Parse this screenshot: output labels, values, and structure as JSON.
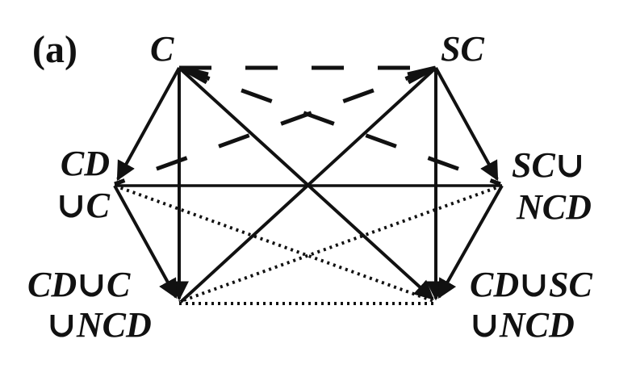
{
  "panel_label": "(a)",
  "nodes": {
    "c": "C",
    "sc": "SC",
    "cd_c_1": "CD",
    "cd_c_2": "∪C",
    "sc_ncd_1": "SC∪",
    "sc_ncd_2": "NCD",
    "cd_c_ncd_1": "CD∪C",
    "cd_c_ncd_2": "∪NCD",
    "cd_sc_ncd_1": "CD∪SC",
    "cd_sc_ncd_2": "∪NCD"
  },
  "colors": {
    "ink": "#111111"
  }
}
